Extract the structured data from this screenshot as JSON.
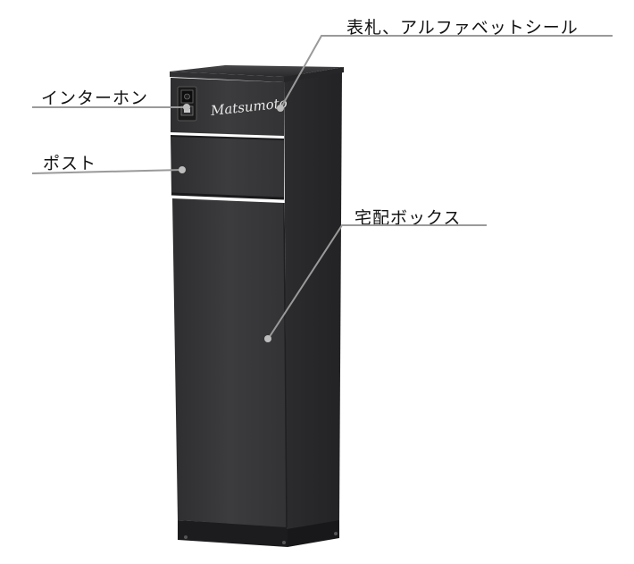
{
  "labels": {
    "nameplate": "表札、アルファベットシール",
    "intercom": "インターホン",
    "post": "ポスト",
    "delivery_box": "宅配ボックス"
  },
  "nameplate_text": "Matsumoto",
  "colors": {
    "cabinet_front": "#3a3a3c",
    "cabinet_side": "#2a2a2c",
    "leader_line": "#9a9a9a",
    "leader_dot": "#bdbdbd"
  }
}
